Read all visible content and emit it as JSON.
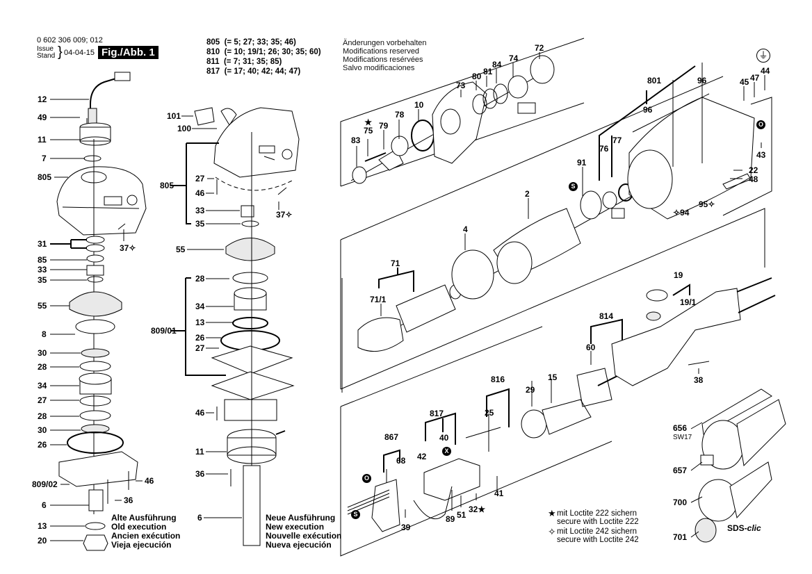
{
  "header": {
    "part_number": "0 602 306 009; 012",
    "issue_label": "Issue",
    "stand_label": "Stand",
    "issue_date": "04-04-15",
    "figure_label": "Fig./Abb. 1"
  },
  "assemblies": [
    {
      "id": "805",
      "contents": "(= 5; 27; 33; 35; 46)"
    },
    {
      "id": "810",
      "contents": "(= 10; 19/1; 26; 30; 35; 60)"
    },
    {
      "id": "811",
      "contents": "(= 7; 31; 35; 85)"
    },
    {
      "id": "817",
      "contents": "(= 17; 40; 42; 44; 47)"
    }
  ],
  "modifications_notice": [
    "Änderungen vorbehalten",
    "Modifications reserved",
    "Modifications resérvées",
    "Salvo modificaciones"
  ],
  "old_execution": [
    "Alte Ausführung",
    "Old execution",
    "Ancien exécution",
    "Vieja ejecución"
  ],
  "new_execution": [
    "Neue Ausführung",
    "New execution",
    "Nouvelle exécution",
    "Nueva ejecución"
  ],
  "loctite_legend": [
    {
      "icon": "star-filled-icon",
      "lines": [
        "mit Loctite 222 sichern",
        "secure with Loctite 222"
      ]
    },
    {
      "icon": "star-outline-icon",
      "lines": [
        "mit Loctite 242 sichern",
        "secure with Loctite 242"
      ]
    }
  ],
  "symbols": {
    "star_filled": "★",
    "star_outline": "✧",
    "ground": "⏚",
    "s_badge": "S",
    "o_badge": "O",
    "x_badge": "X"
  },
  "left_column_labels": [
    "12",
    "49",
    "11",
    "7",
    "805",
    "31",
    "37",
    "85",
    "33",
    "35",
    "55",
    "8",
    "30",
    "28",
    "34",
    "27",
    "28",
    "30",
    "26",
    "809/02",
    "46",
    "6",
    "36",
    "13",
    "20"
  ],
  "center_column_labels": [
    "101",
    "100",
    "805",
    "27",
    "46",
    "33",
    "35",
    "37",
    "55",
    "28",
    "34",
    "13",
    "809/01",
    "26",
    "27",
    "46",
    "11",
    "36",
    "6"
  ],
  "gear_head_labels": [
    "83",
    "75",
    "79",
    "78",
    "10",
    "73",
    "80",
    "81",
    "84",
    "74",
    "72"
  ],
  "motor_labels": [
    "801",
    "96",
    "96",
    "77",
    "76",
    "91",
    "2",
    "4",
    "71",
    "71/1",
    "45",
    "47",
    "44",
    "43",
    "22",
    "48",
    "94",
    "95"
  ],
  "switch_labels": [
    "867",
    "68",
    "817",
    "40",
    "42",
    "816",
    "25",
    "29",
    "15",
    "41",
    "51",
    "32",
    "89",
    "39"
  ],
  "handle_labels": [
    "19",
    "19/1",
    "814",
    "60",
    "38"
  ],
  "accessory_labels": [
    {
      "id": "656",
      "note": "SW17"
    },
    {
      "id": "657",
      "note": ""
    },
    {
      "id": "700",
      "note": ""
    },
    {
      "id": "701",
      "note": "SDS-clic"
    }
  ],
  "sds_brand": {
    "prefix": "SDS-",
    "suffix": "clic"
  }
}
